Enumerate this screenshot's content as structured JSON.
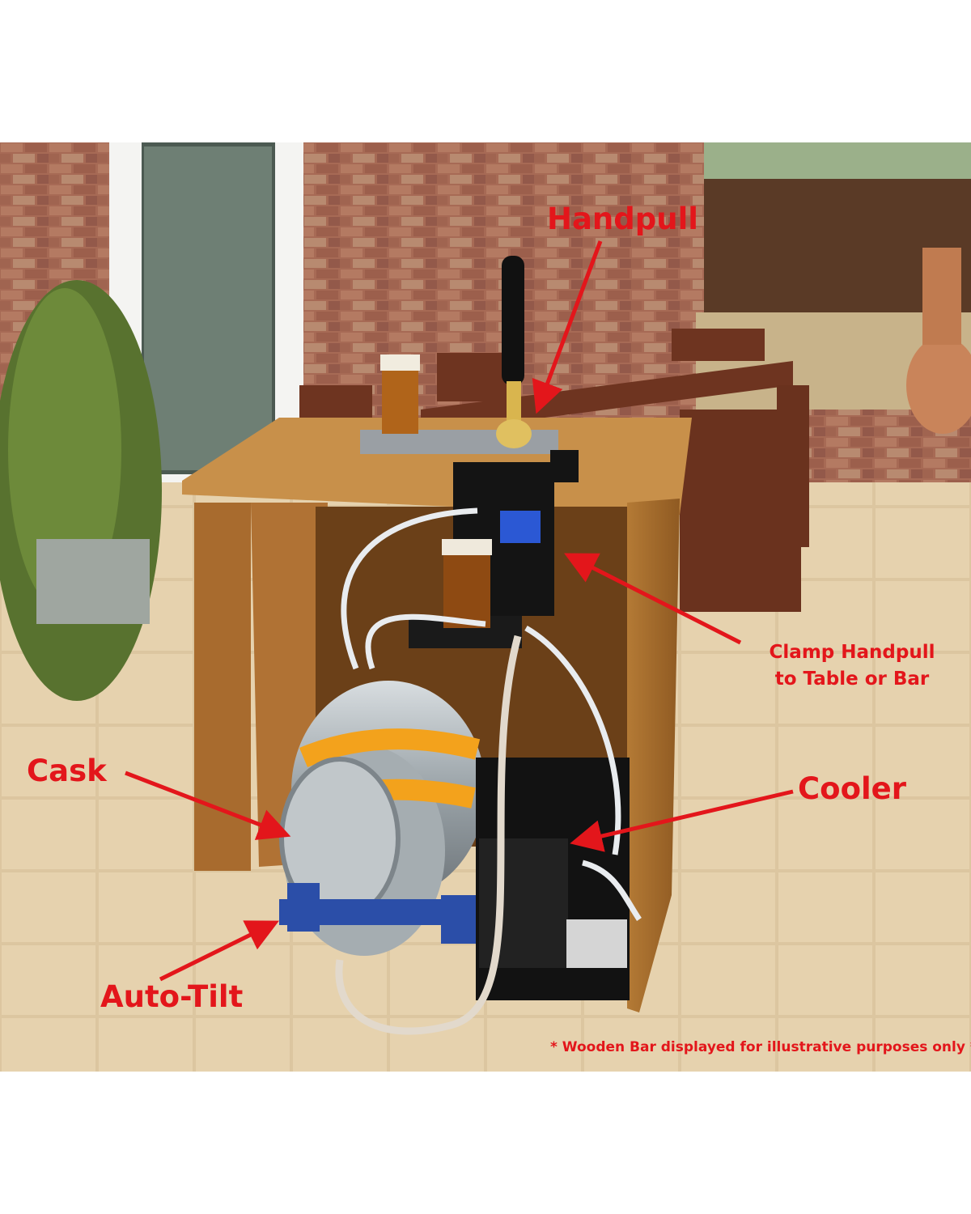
{
  "callouts": {
    "handpull": "Handpull",
    "clamp_line1": "Clamp Handpull",
    "clamp_line2": "to Table or Bar",
    "cask": "Cask",
    "cooler": "Cooler",
    "auto_tilt": "Auto-Tilt"
  },
  "footnote": "* Wooden Bar displayed for illustrative purposes only *",
  "colors": {
    "callout_red": "#e3161b",
    "background": "#ffffff"
  }
}
